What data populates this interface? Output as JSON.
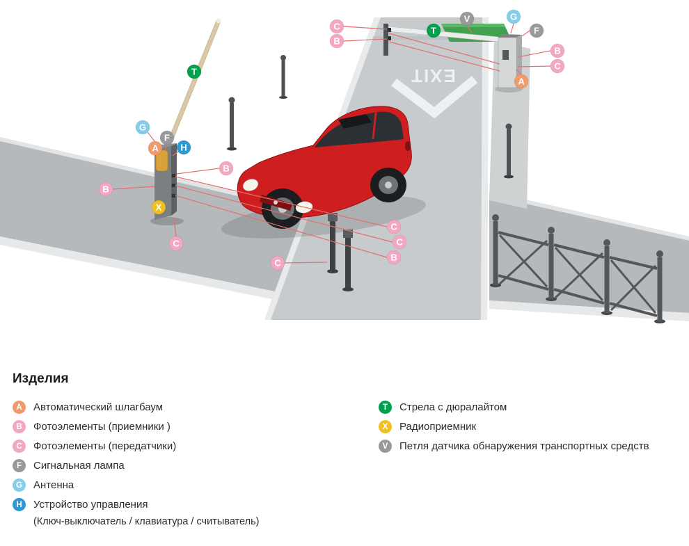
{
  "badges": {
    "A": {
      "letter": "A",
      "color": "#F19B6B",
      "text_color": "#FFFFFF"
    },
    "B": {
      "letter": "B",
      "color": "#F4A7C3",
      "text_color": "#FFFFFF"
    },
    "C": {
      "letter": "C",
      "color": "#F4A7C3",
      "text_color": "#FFFFFF"
    },
    "F": {
      "letter": "F",
      "color": "#97999B",
      "text_color": "#FFFFFF"
    },
    "G": {
      "letter": "G",
      "color": "#85CDE8",
      "text_color": "#FFFFFF"
    },
    "H": {
      "letter": "H",
      "color": "#2D9AD3",
      "text_color": "#FFFFFF"
    },
    "T": {
      "letter": "T",
      "color": "#00A14B",
      "text_color": "#FFFFFF"
    },
    "X": {
      "letter": "X",
      "color": "#F0C020",
      "text_color": "#FFFFFF"
    },
    "V": {
      "letter": "V",
      "color": "#97999B",
      "text_color": "#FFFFFF"
    }
  },
  "scene": {
    "exit_label": "EXIT"
  },
  "legend": {
    "title": "Изделия",
    "columns": [
      {
        "items": [
          {
            "badge": "A",
            "label": "Автоматический шлагбаум"
          },
          {
            "badge": "B",
            "label": "Фотоэлементы (приемники )"
          },
          {
            "badge": "C",
            "label": "Фотоэлементы (передатчики)"
          },
          {
            "badge": "F",
            "label": "Сигнальная лампа"
          },
          {
            "badge": "G",
            "label": "Антенна"
          },
          {
            "badge": "H",
            "label": "Устройство управления",
            "sublabel": "(Ключ-выключатель / клавиатура / считыватель)"
          }
        ]
      },
      {
        "items": [
          {
            "badge": "T",
            "label": "Стрела с дюралайтом"
          },
          {
            "badge": "X",
            "label": "Радиоприемник"
          },
          {
            "badge": "V",
            "label": "Петля датчика обнаружения транспортных средств"
          }
        ]
      }
    ]
  }
}
